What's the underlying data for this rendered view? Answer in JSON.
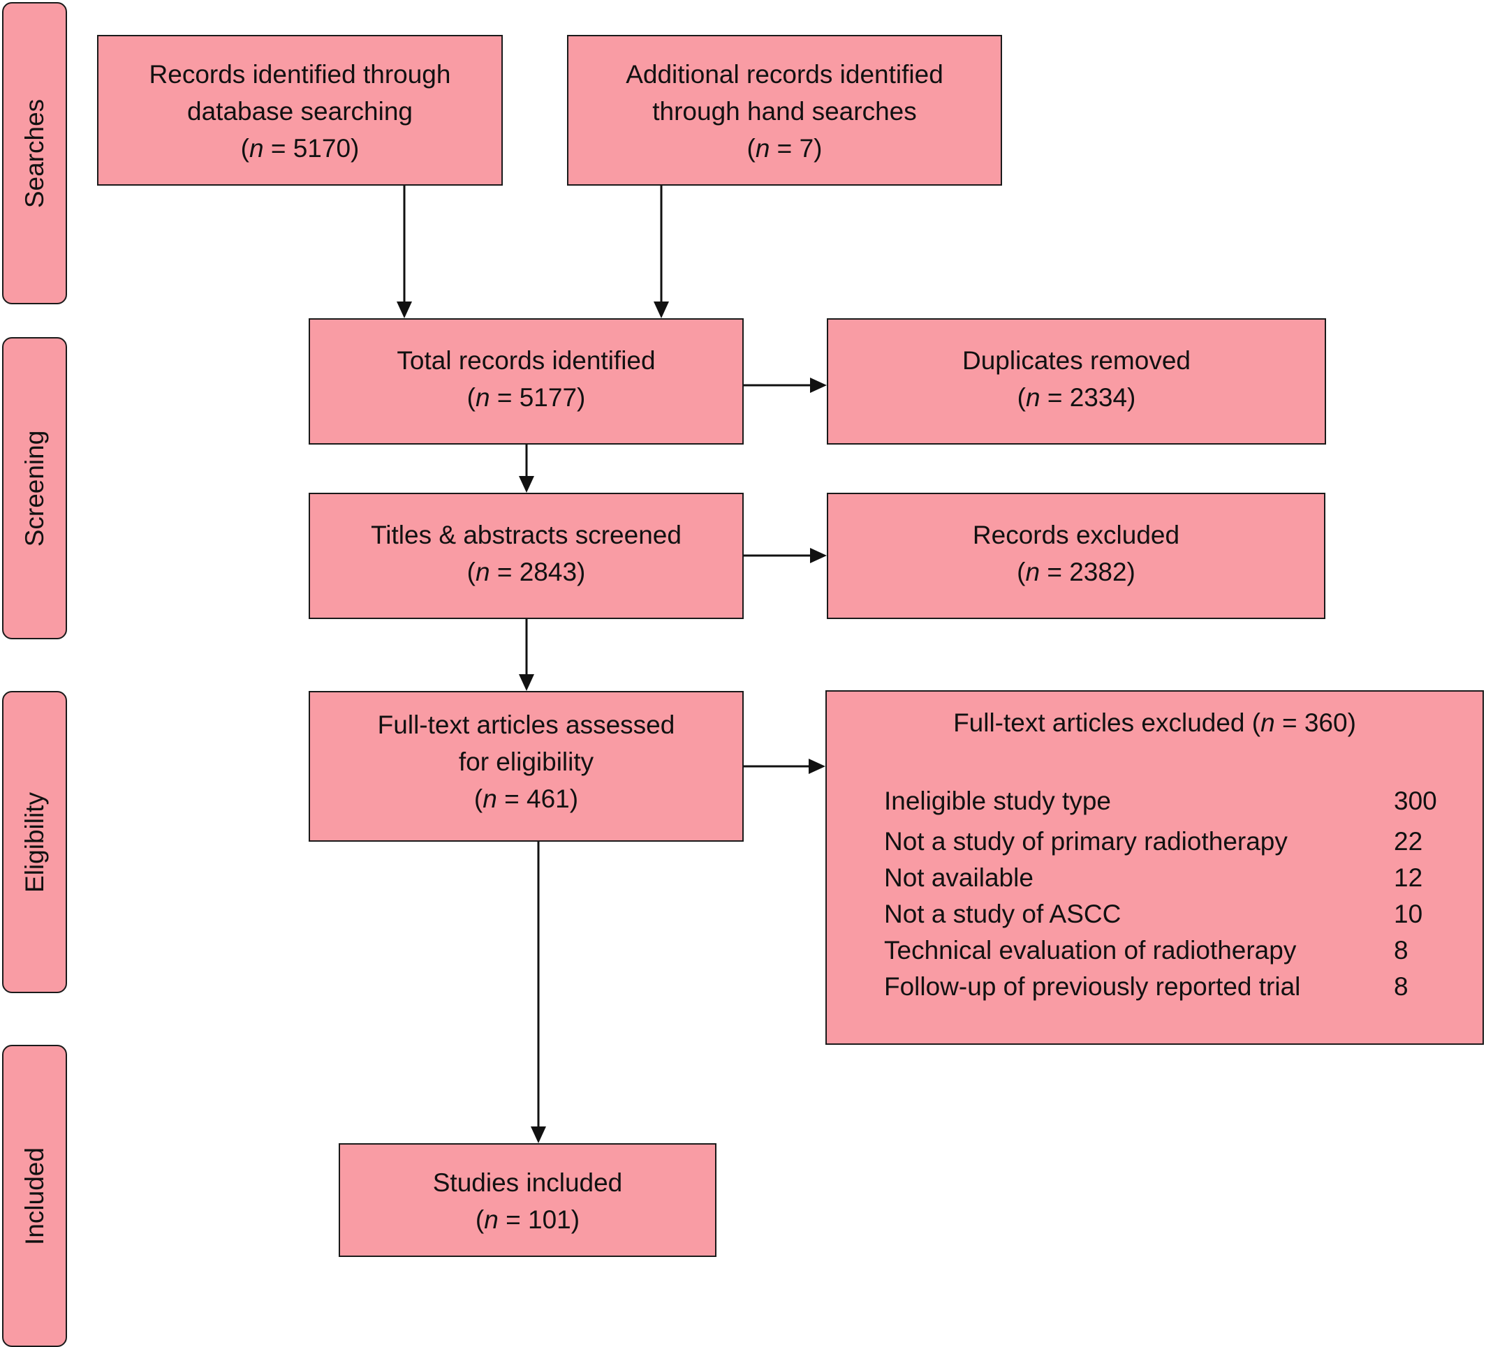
{
  "stages": [
    {
      "key": "searches",
      "label": "Searches"
    },
    {
      "key": "screening",
      "label": "Screening"
    },
    {
      "key": "eligibility",
      "label": "Eligibility"
    },
    {
      "key": "included",
      "label": "Included"
    }
  ],
  "boxes": {
    "database": {
      "lines": [
        "Records identified through",
        "database searching"
      ],
      "n": "5170"
    },
    "hand": {
      "lines": [
        "Additional records identified",
        "through hand searches"
      ],
      "n": "7"
    },
    "total": {
      "lines": [
        "Total records identified"
      ],
      "n": "5177"
    },
    "duplicates": {
      "lines": [
        "Duplicates removed"
      ],
      "n": "2334"
    },
    "screened": {
      "lines": [
        "Titles & abstracts screened"
      ],
      "n": "2843"
    },
    "excluded": {
      "lines": [
        "Records excluded"
      ],
      "n": "2382"
    },
    "fulltext": {
      "lines": [
        "Full-text articles assessed",
        "for eligibility"
      ],
      "n": "461"
    },
    "included": {
      "lines": [
        "Studies included"
      ],
      "n": "101"
    }
  },
  "fulltext_excluded": {
    "title_prefix": "Full-text articles excluded (",
    "n_symbol": "n",
    "title_eq": " = ",
    "n": "360",
    "title_suffix": ")",
    "reasons": [
      {
        "label": "Ineligible study type",
        "count": "300"
      },
      {
        "label": "Not a study of primary radiotherapy",
        "count": "22"
      },
      {
        "label": "Not available",
        "count": "12"
      },
      {
        "label": "Not a study of ASCC",
        "count": "10"
      },
      {
        "label": "Technical evaluation of radiotherapy",
        "count": "8"
      },
      {
        "label": "Follow-up of previously reported trial",
        "count": "8"
      }
    ]
  },
  "n_format": {
    "open": "(",
    "symbol": "n",
    "eq": " = ",
    "close": ")"
  },
  "colors": {
    "box_fill": "#f99ca4",
    "border": "#1a1a1a",
    "arrow": "#111111"
  }
}
